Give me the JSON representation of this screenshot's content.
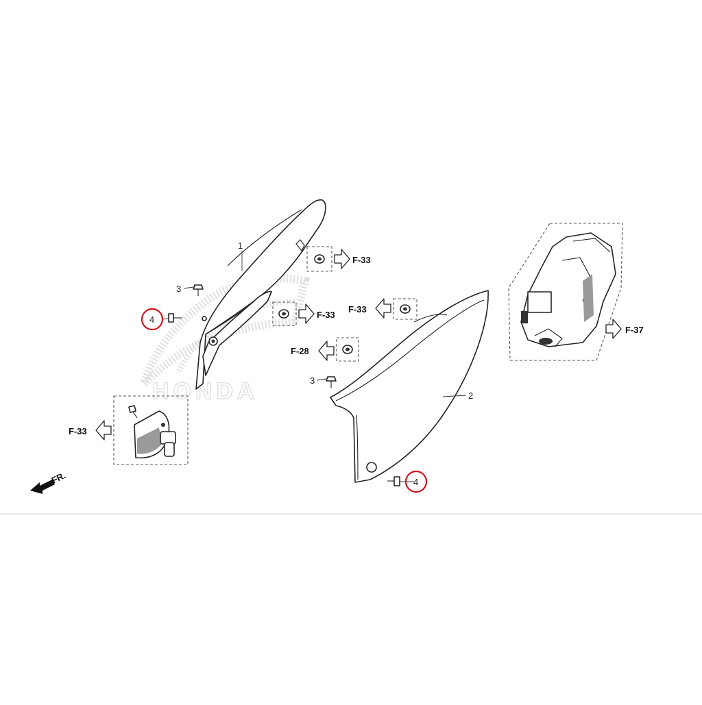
{
  "watermark": {
    "brand": "HONDA"
  },
  "parts": [
    {
      "id": "1",
      "label": "1"
    },
    {
      "id": "2",
      "label": "2"
    },
    {
      "id": "3a",
      "label": "3"
    },
    {
      "id": "3b",
      "label": "3"
    },
    {
      "id": "4a",
      "label": "4",
      "highlighted": true
    },
    {
      "id": "4b",
      "label": "4",
      "highlighted": true
    }
  ],
  "references": [
    {
      "id": "r1",
      "label": "F-33"
    },
    {
      "id": "r2",
      "label": "F-33"
    },
    {
      "id": "r3",
      "label": "F-33"
    },
    {
      "id": "r4",
      "label": "F-28"
    },
    {
      "id": "r5",
      "label": "F-33"
    },
    {
      "id": "r6",
      "label": "F-37"
    }
  ],
  "direction": {
    "label": "FR."
  },
  "colors": {
    "highlight": "#d3141e",
    "line": "#222222",
    "watermark": "#c8c8c8"
  }
}
